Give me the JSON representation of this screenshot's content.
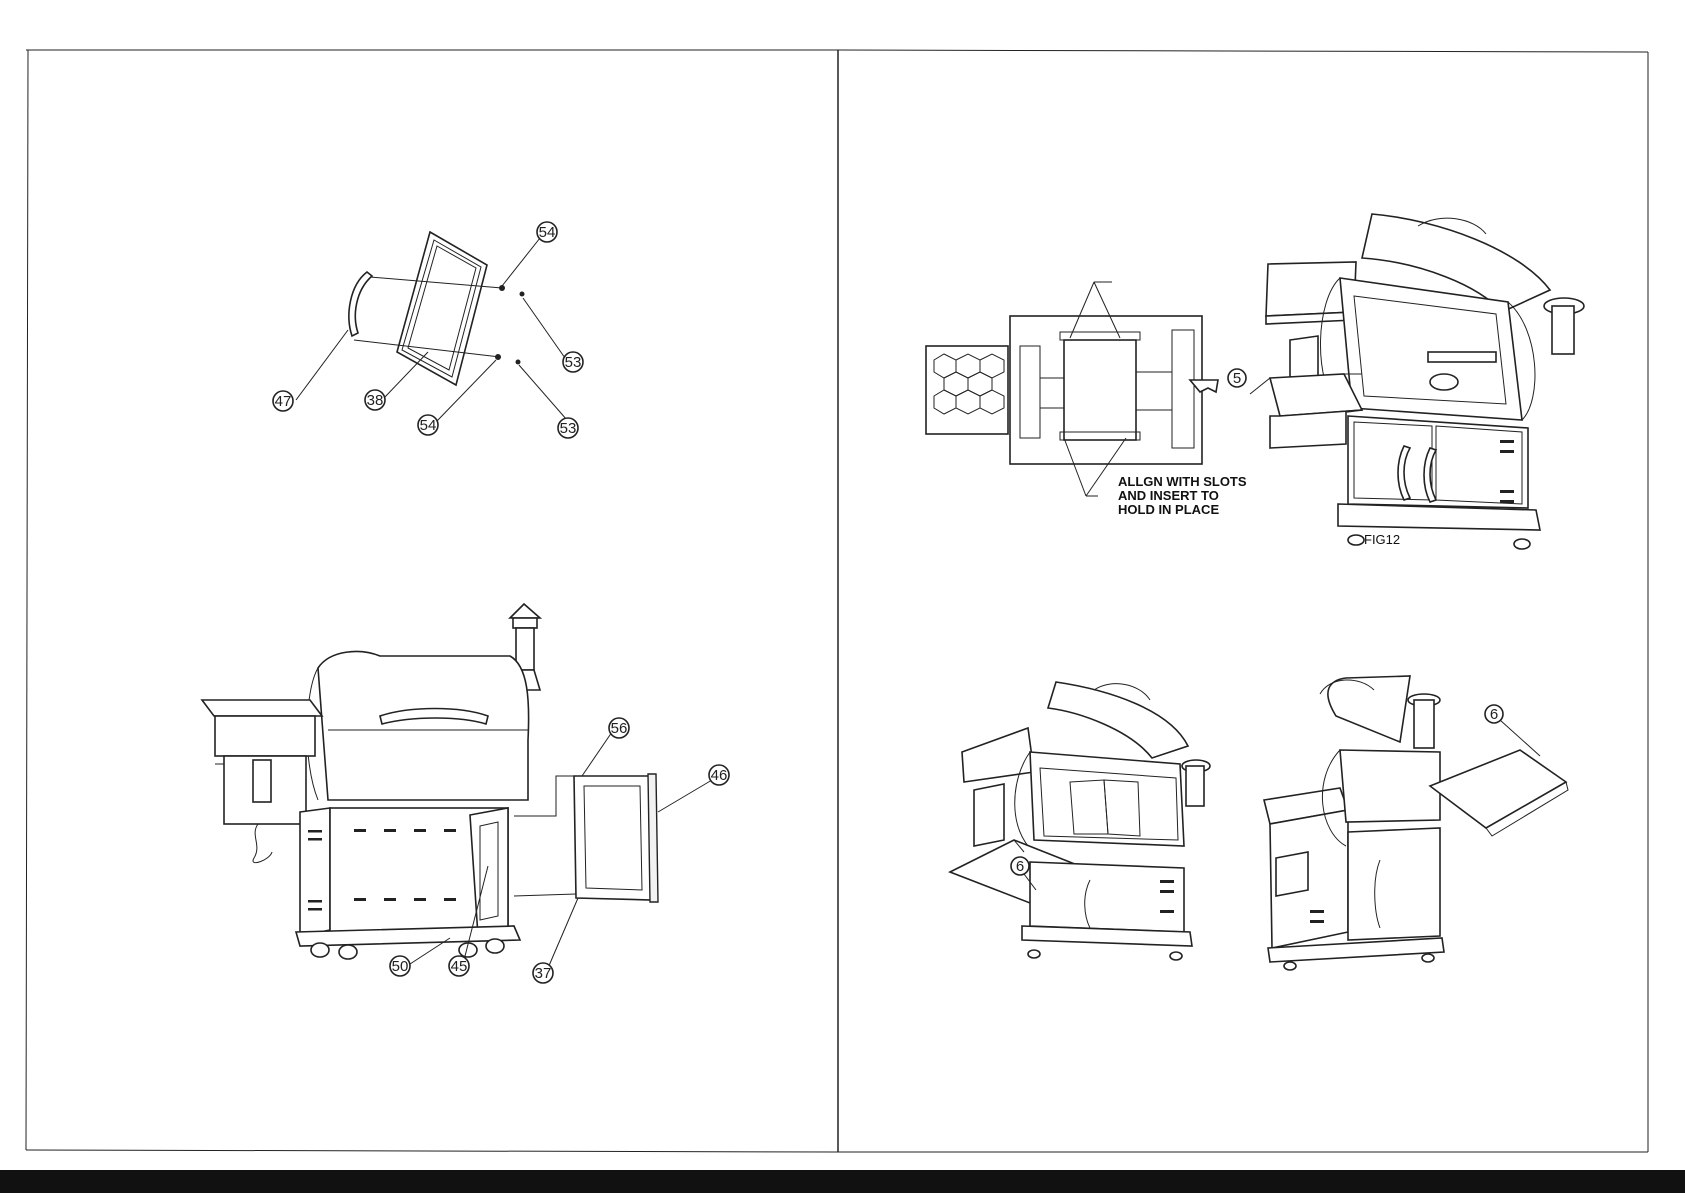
{
  "left_panel": {
    "top_figure": {
      "callouts": [
        "54",
        "47",
        "38",
        "54",
        "53",
        "53"
      ]
    },
    "bottom_figure": {
      "callouts": [
        "56",
        "46",
        "50",
        "45",
        "37"
      ]
    }
  },
  "right_panel": {
    "top_figure": {
      "instruction_lines": [
        "ALLGN WITH SLOTS",
        "AND INSERT TO",
        "HOLD IN PLACE"
      ],
      "callouts": [
        "5"
      ],
      "figure_label": "FIG12"
    },
    "bottom_figure": {
      "callouts": [
        "6",
        "6"
      ]
    }
  }
}
